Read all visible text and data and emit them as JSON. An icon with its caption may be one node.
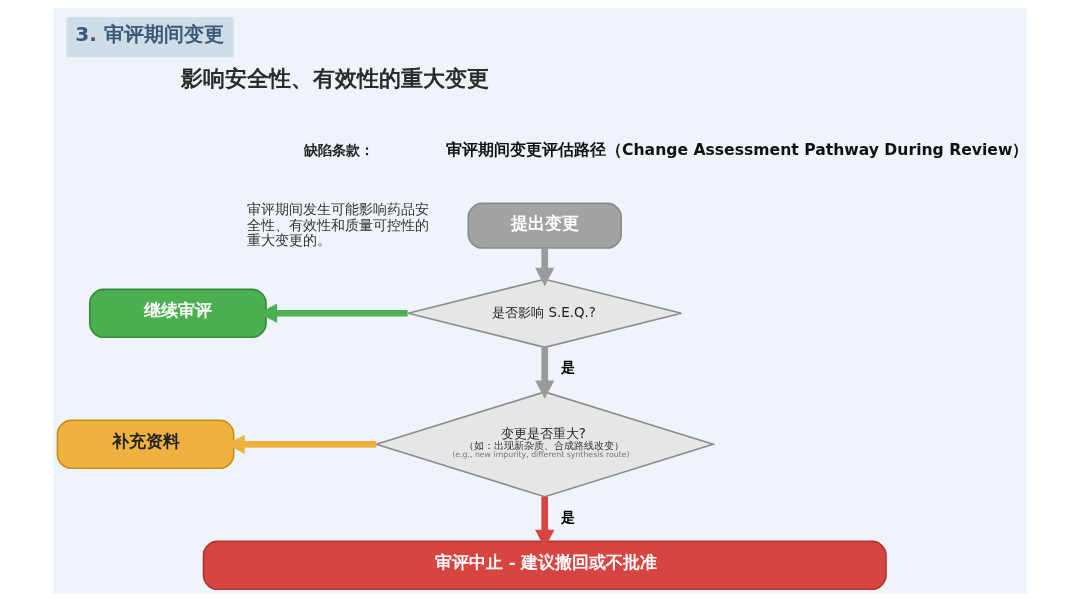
{
  "diagram": {
    "title": "3. 审评期间变更",
    "nodes": [
      {
        "text": [
          "提出变更"
        ]
      },
      {
        "text": [
          "是否影响 S.E.Q.?"
        ]
      },
      {
        "text": [
          "继续审评"
        ]
      },
      {
        "text": [
          "变更是否重大?",
          "（如：出现新杂质、合成路线改变）",
          "(e.g., new impurity, different synthesis route)"
        ]
      },
      {
        "text": [
          "补充资料"
        ]
      },
      {
        "text": [
          "审评中止 - 建议撤回或不批准"
        ]
      }
    ],
    "edges": [
      {
        "from": 0,
        "to": 1,
        "arrow": "to"
      },
      {
        "from": 1,
        "to": 2,
        "arrow": "to",
        "color": "#4caf50"
      },
      {
        "from": 1,
        "to": 3,
        "arrow": "to",
        "label": "是"
      },
      {
        "from": 3,
        "to": 4,
        "arrow": "to",
        "color": "#f0b23e"
      },
      {
        "from": 3,
        "to": 5,
        "arrow": "to",
        "label": "是",
        "color": "#d64541"
      }
    ],
    "labels": [
      "影响安全性、有效性的重大变更",
      "缺陷条款：",
      "审评期间发生可能影响药品安全性、有效性和质量可控性的重大变更的。",
      "审评期间变更评估路径（Change Assessment Pathway During Review）"
    ]
  }
}
